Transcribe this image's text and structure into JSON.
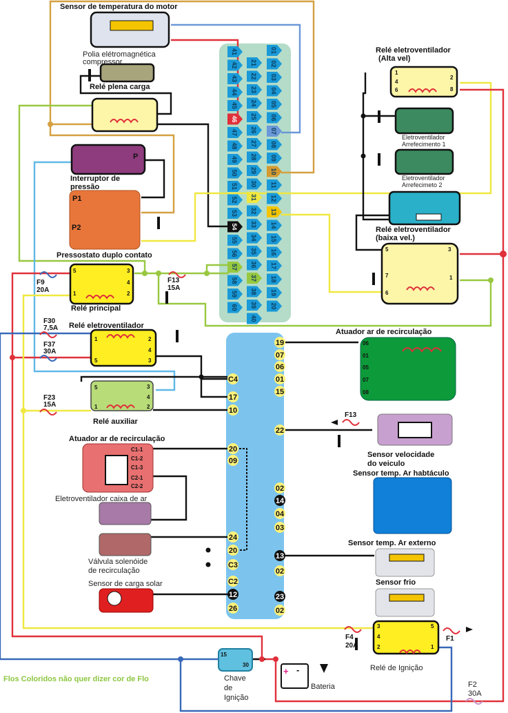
{
  "colors": {
    "connector1": "#b4dcc8",
    "connector2": "#7cc4ee",
    "pin": "#1a9ad8",
    "note": "#8cc63f",
    "wire_red": "#e0303a",
    "wire_yellow": "#f0e840",
    "wire_green": "#98c840",
    "wire_blue": "#3868b8",
    "wire_lightblue": "#60b8e8",
    "wire_orange": "#d4a040"
  },
  "labels": {
    "sensor_temp_motor": "Sensor de temperatura do motor",
    "polia_1": "Polia elétromagnética",
    "polia_2": "compressor",
    "rele_plena_carga": "Relé plena carga",
    "interruptor_1": "Interruptor de",
    "interruptor_2": "pressão",
    "interruptor_p": "P",
    "pressostato": "Pressostato duplo contato",
    "p1": "P1",
    "p2": "P2",
    "rele_principal": "Relé principal",
    "rele_eletroventilador": "Relé eletroventilador",
    "rele_auxiliar": "Relé auxiliar",
    "atuador_left": "Atuador ar de recirculação",
    "eletroventilador_caixa": "Eletroventilador caixa de ar",
    "valvula_1": "Válvula solenóide",
    "valvula_2": "de recirculação",
    "sensor_solar": "Sensor de carga solar",
    "rele_alta_1": "Relé eletroventilador",
    "rele_alta_2": "(Alta vel)",
    "arref1_1": "Eletroventilador",
    "arref1_2": "Arrefecimento 1",
    "arref2_1": "Eletroventilador",
    "arref2_2": "Arrefecimeto 2",
    "rele_baixa_1": "Relé eletroventilador",
    "rele_baixa_2": "(baixa vel.)",
    "atuador_right": "Atuador ar de recirculação",
    "sensor_vel_1": "Sensor velocidade",
    "sensor_vel_2": "do veiculo",
    "sensor_habitaculo": "Sensor temp. Ar habtáculo",
    "sensor_externo": "Sensor temp. Ar externo",
    "sensor_frio": "Sensor frio",
    "rele_ignicao": "Relé de Ignição",
    "chave_1": "Chave",
    "chave_2": "de",
    "chave_3": "Ignição",
    "bateria": "Bateria",
    "note": "Flos Coloridos não quer dizer cor de Flo"
  },
  "fuses": {
    "f9": [
      "F9",
      "20A"
    ],
    "f13": [
      "F13",
      "15A"
    ],
    "f30": [
      "F30",
      "7,5A"
    ],
    "f37": [
      "F37",
      "30A"
    ],
    "f23": [
      "F23",
      "15A"
    ],
    "f13b": [
      "F13"
    ],
    "f4": [
      "F4",
      "20A"
    ],
    "f1": [
      "F1"
    ],
    "f2": [
      "F2",
      "30A"
    ]
  },
  "relay_pins": {
    "principal": [
      "5",
      "3",
      "4",
      "1",
      "2"
    ],
    "eletroventilador": [
      "1",
      "2",
      "4",
      "5",
      "3"
    ],
    "auxiliar": [
      "5",
      "3",
      "4",
      "1",
      "2"
    ],
    "alta": [
      "1",
      "4",
      "6",
      "2",
      "8"
    ],
    "baixa": [
      "5",
      "3",
      "7",
      "1",
      "6"
    ],
    "ignicao": [
      "3",
      "5",
      "4",
      "2",
      "1"
    ],
    "chave": [
      "15",
      "30"
    ]
  },
  "atuador_left_pins": [
    "C1-1",
    "C1-2",
    "C1-3",
    "C2-1",
    "C2-2"
  ],
  "atuador_right_pins": [
    "06",
    "01",
    "05",
    "07",
    "08"
  ],
  "connector1": {
    "col_a": [
      "41",
      "42",
      "43",
      "44",
      "45",
      "46",
      "47",
      "48",
      "49",
      "50",
      "51",
      "52",
      "53",
      "54",
      "55",
      "56",
      "57",
      "58",
      "59",
      "60"
    ],
    "col_b": [
      "21",
      "22",
      "23",
      "24",
      "25",
      "26",
      "27",
      "28",
      "29",
      "30",
      "31",
      "32",
      "33",
      "34",
      "35",
      "36",
      "37",
      "38",
      "39",
      "40"
    ],
    "col_c": [
      "01",
      "02",
      "03",
      "04",
      "05",
      "06",
      "07",
      "08",
      "09",
      "10",
      "11",
      "12",
      "13",
      "14",
      "15",
      "16",
      "17",
      "18",
      "19",
      "20"
    ],
    "highlighted": {
      "46": "#e0303a",
      "07": "#6a98d8",
      "10": "#d49a30",
      "31": "#f0e840",
      "13": "#f4c400",
      "54": "#111111",
      "57": "#98c840",
      "37": "#98c840"
    }
  },
  "connector2": {
    "left": [
      {
        "id": "C4"
      },
      {
        "id": "17"
      },
      {
        "id": "10"
      },
      {
        "id": "20"
      },
      {
        "id": "09"
      },
      {
        "id": "24"
      },
      {
        "id": "20"
      },
      {
        "id": "C3"
      },
      {
        "id": "C2"
      },
      {
        "id": "12",
        "dark": true
      },
      {
        "id": "26"
      }
    ],
    "right": [
      {
        "id": "19"
      },
      {
        "id": "07"
      },
      {
        "id": "06"
      },
      {
        "id": "01"
      },
      {
        "id": "15"
      },
      {
        "id": "22"
      },
      {
        "id": "02"
      },
      {
        "id": "14",
        "dark": true
      },
      {
        "id": "04"
      },
      {
        "id": "03"
      },
      {
        "id": "13",
        "dark": true
      },
      {
        "id": "02"
      },
      {
        "id": "23",
        "dark": true
      },
      {
        "id": "02"
      }
    ]
  }
}
